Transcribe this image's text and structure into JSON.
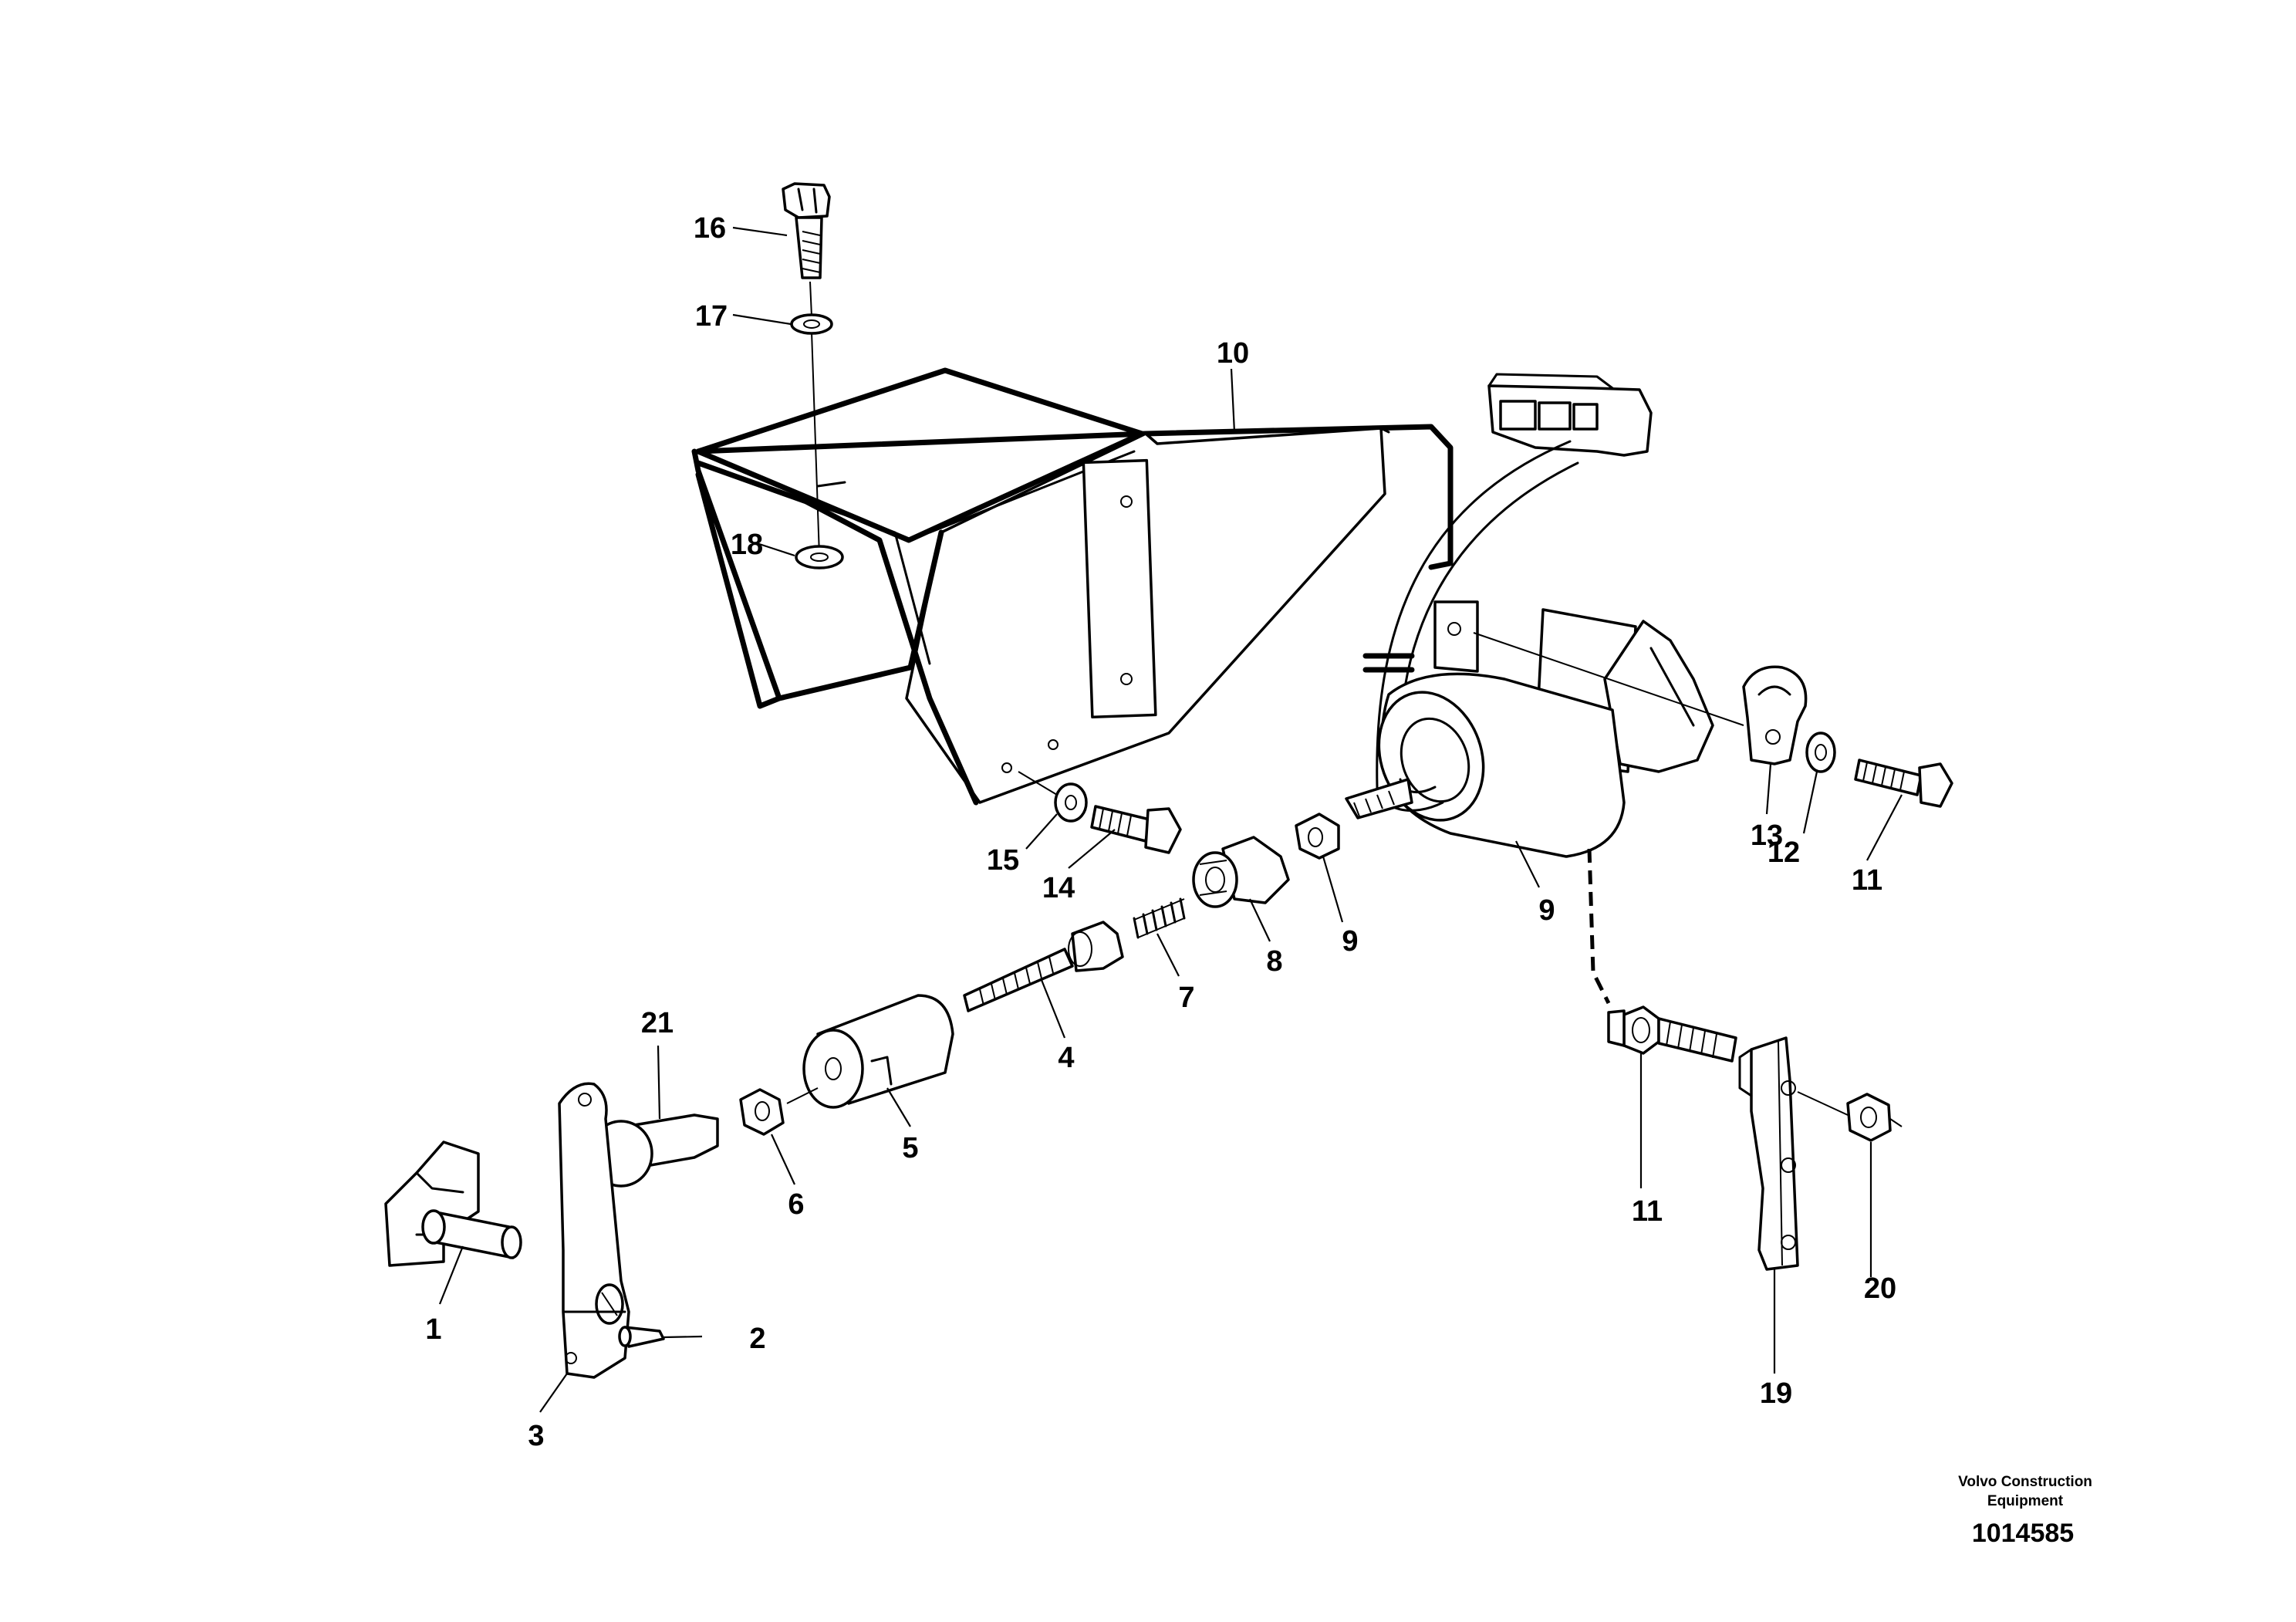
{
  "diagram": {
    "callouts": {
      "c1": "1",
      "c2": "2",
      "c3": "3",
      "c4": "4",
      "c5": "5",
      "c6": "6",
      "c7": "7",
      "c8": "8",
      "c9a": "9",
      "c9b": "9",
      "c10": "10",
      "c11a": "11",
      "c11b": "11",
      "c12": "12",
      "c13": "13",
      "c14": "14",
      "c15": "15",
      "c16": "16",
      "c17": "17",
      "c18": "18",
      "c19": "19",
      "c20": "20",
      "c21": "21"
    },
    "credit_line1": "Volvo Construction",
    "credit_line2": "Equipment",
    "document_number": "1014585"
  }
}
